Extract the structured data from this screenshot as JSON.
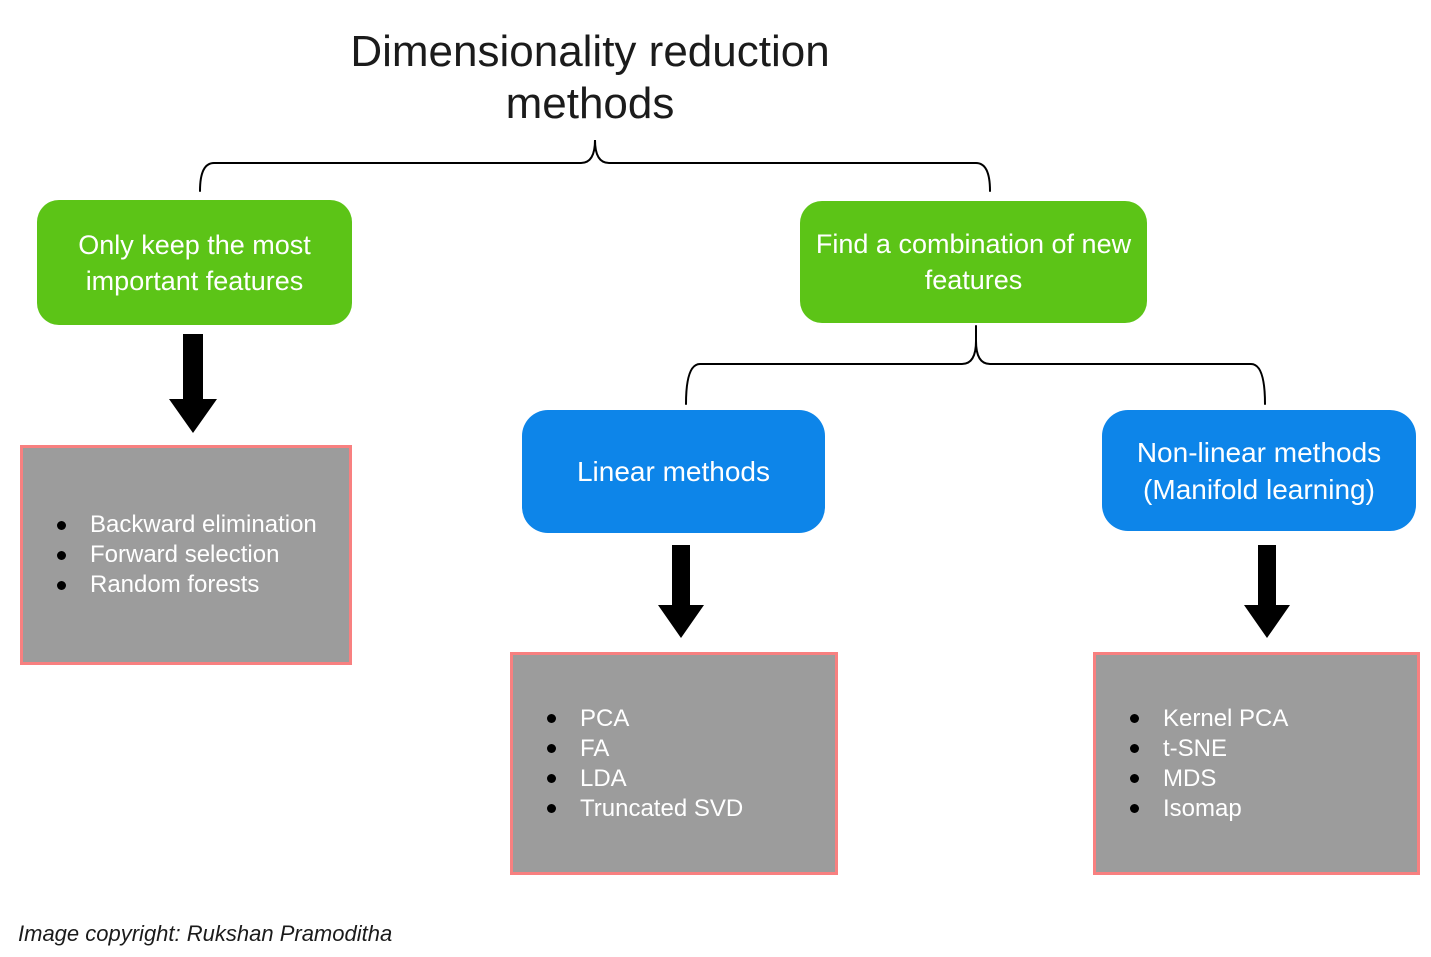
{
  "title": "Dimensionality reduction methods",
  "caption": "Image copyright: Rukshan Pramoditha",
  "colors": {
    "green": "#5cc417",
    "blue": "#0d85e9",
    "gray": "#9c9c9c",
    "gray-border": "#f88080",
    "ink": "#1b1b1b",
    "connector": "#000000",
    "box-text": "#ffffff",
    "bullet-dot": "#000000"
  },
  "tree": {
    "branches": [
      {
        "label": "Only keep the most important features",
        "items": [
          "Backward elimination",
          "Forward selection",
          "Random forests"
        ]
      },
      {
        "label": "Find a combination of new features",
        "children": [
          {
            "label": "Linear methods",
            "items": [
              "PCA",
              "FA",
              "LDA",
              "Truncated SVD"
            ]
          },
          {
            "label": "Non-linear methods (Manifold learning)",
            "items": [
              "Kernel PCA",
              "t-SNE",
              "MDS",
              "Isomap"
            ]
          }
        ]
      }
    ]
  }
}
